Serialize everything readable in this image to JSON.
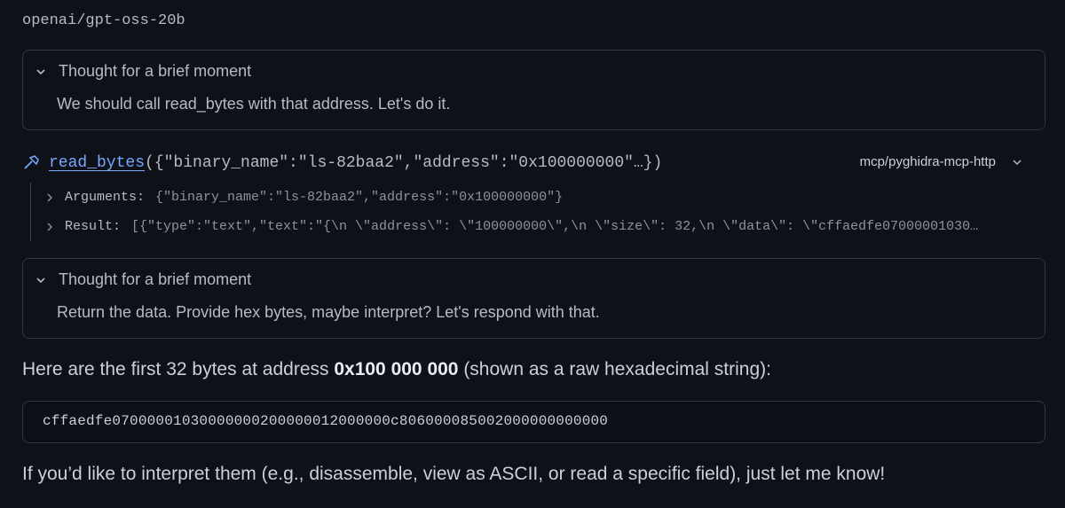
{
  "model_name": "openai/gpt-oss-20b",
  "thoughts": [
    {
      "header": "Thought for a brief moment",
      "body": "We should call read_bytes with that address. Let's do it."
    },
    {
      "header": "Thought for a brief moment",
      "body": "Return the data. Provide hex bytes, maybe interpret? Let's respond with that."
    }
  ],
  "tool_call": {
    "function_name": "read_bytes",
    "args_preview": "({\"binary_name\":\"ls-82baa2\",\"address\":\"0x100000000\"…})",
    "server": "mcp/pyghidra-mcp-http",
    "arguments_label": "Arguments:",
    "arguments_value": "{\"binary_name\":\"ls-82baa2\",\"address\":\"0x100000000\"}",
    "result_label": "Result:",
    "result_value": "[{\"type\":\"text\",\"text\":\"{\\n \\\"address\\\": \\\"100000000\\\",\\n \\\"size\\\": 32,\\n \\\"data\\\": \\\"cffaedfe07000001030…"
  },
  "answer": {
    "intro_prefix": "Here are the first 32 bytes at address ",
    "address": "0x100 000 000",
    "intro_suffix": " (shown as a raw hexadecimal string):",
    "hex": "cffaedfe07000001030000000200000012000000c806000085002000000000000",
    "outro": "If you’d like to interpret them (e.g., disassemble, view as ASCII, or read a specific field), just let me know!"
  }
}
